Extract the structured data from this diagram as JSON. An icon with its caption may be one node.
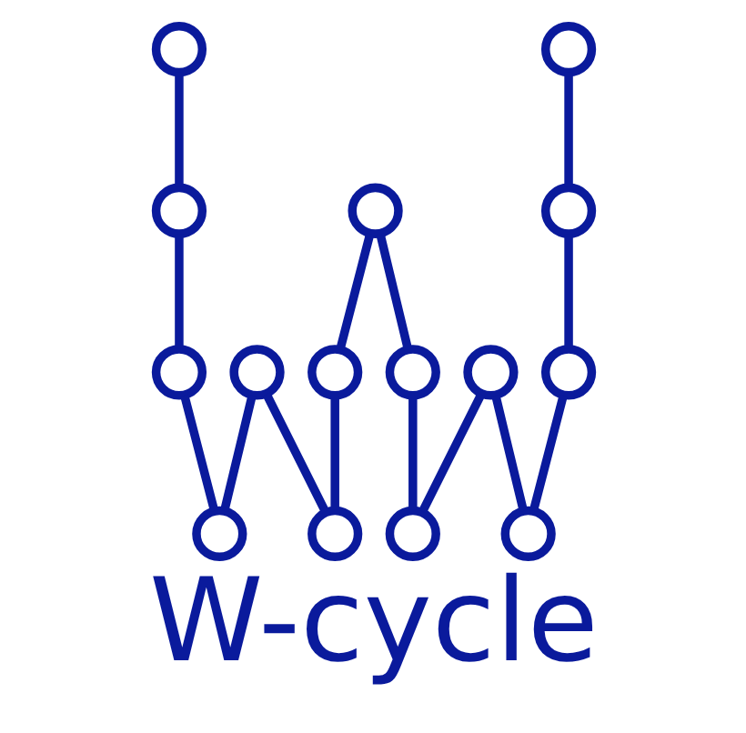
{
  "diagram": {
    "caption": "W-cycle",
    "nodes": [
      {
        "text": [],
        "shape": "circle"
      },
      {
        "text": [],
        "shape": "circle"
      },
      {
        "text": [],
        "shape": "circle"
      },
      {
        "text": [],
        "shape": "circle"
      },
      {
        "text": [],
        "shape": "circle"
      },
      {
        "text": [],
        "shape": "circle"
      },
      {
        "text": [],
        "shape": "circle"
      },
      {
        "text": [],
        "shape": "circle"
      },
      {
        "text": [],
        "shape": "circle"
      },
      {
        "text": [],
        "shape": "circle"
      },
      {
        "text": [],
        "shape": "circle"
      },
      {
        "text": [],
        "shape": "circle"
      },
      {
        "text": [],
        "shape": "circle"
      },
      {
        "text": [],
        "shape": "circle"
      },
      {
        "text": [],
        "shape": "circle"
      }
    ],
    "edges": [
      {
        "from": 0,
        "to": 1,
        "arrow": "none"
      },
      {
        "from": 1,
        "to": 2,
        "arrow": "none"
      },
      {
        "from": 2,
        "to": 3,
        "arrow": "none"
      },
      {
        "from": 3,
        "to": 4,
        "arrow": "none"
      },
      {
        "from": 4,
        "to": 5,
        "arrow": "none"
      },
      {
        "from": 5,
        "to": 6,
        "arrow": "none"
      },
      {
        "from": 6,
        "to": 7,
        "arrow": "none"
      },
      {
        "from": 7,
        "to": 8,
        "arrow": "none"
      },
      {
        "from": 8,
        "to": 9,
        "arrow": "none"
      },
      {
        "from": 9,
        "to": 10,
        "arrow": "none"
      },
      {
        "from": 10,
        "to": 11,
        "arrow": "none"
      },
      {
        "from": 11,
        "to": 12,
        "arrow": "none"
      },
      {
        "from": 12,
        "to": 13,
        "arrow": "none"
      },
      {
        "from": 13,
        "to": 14,
        "arrow": "none"
      }
    ]
  }
}
